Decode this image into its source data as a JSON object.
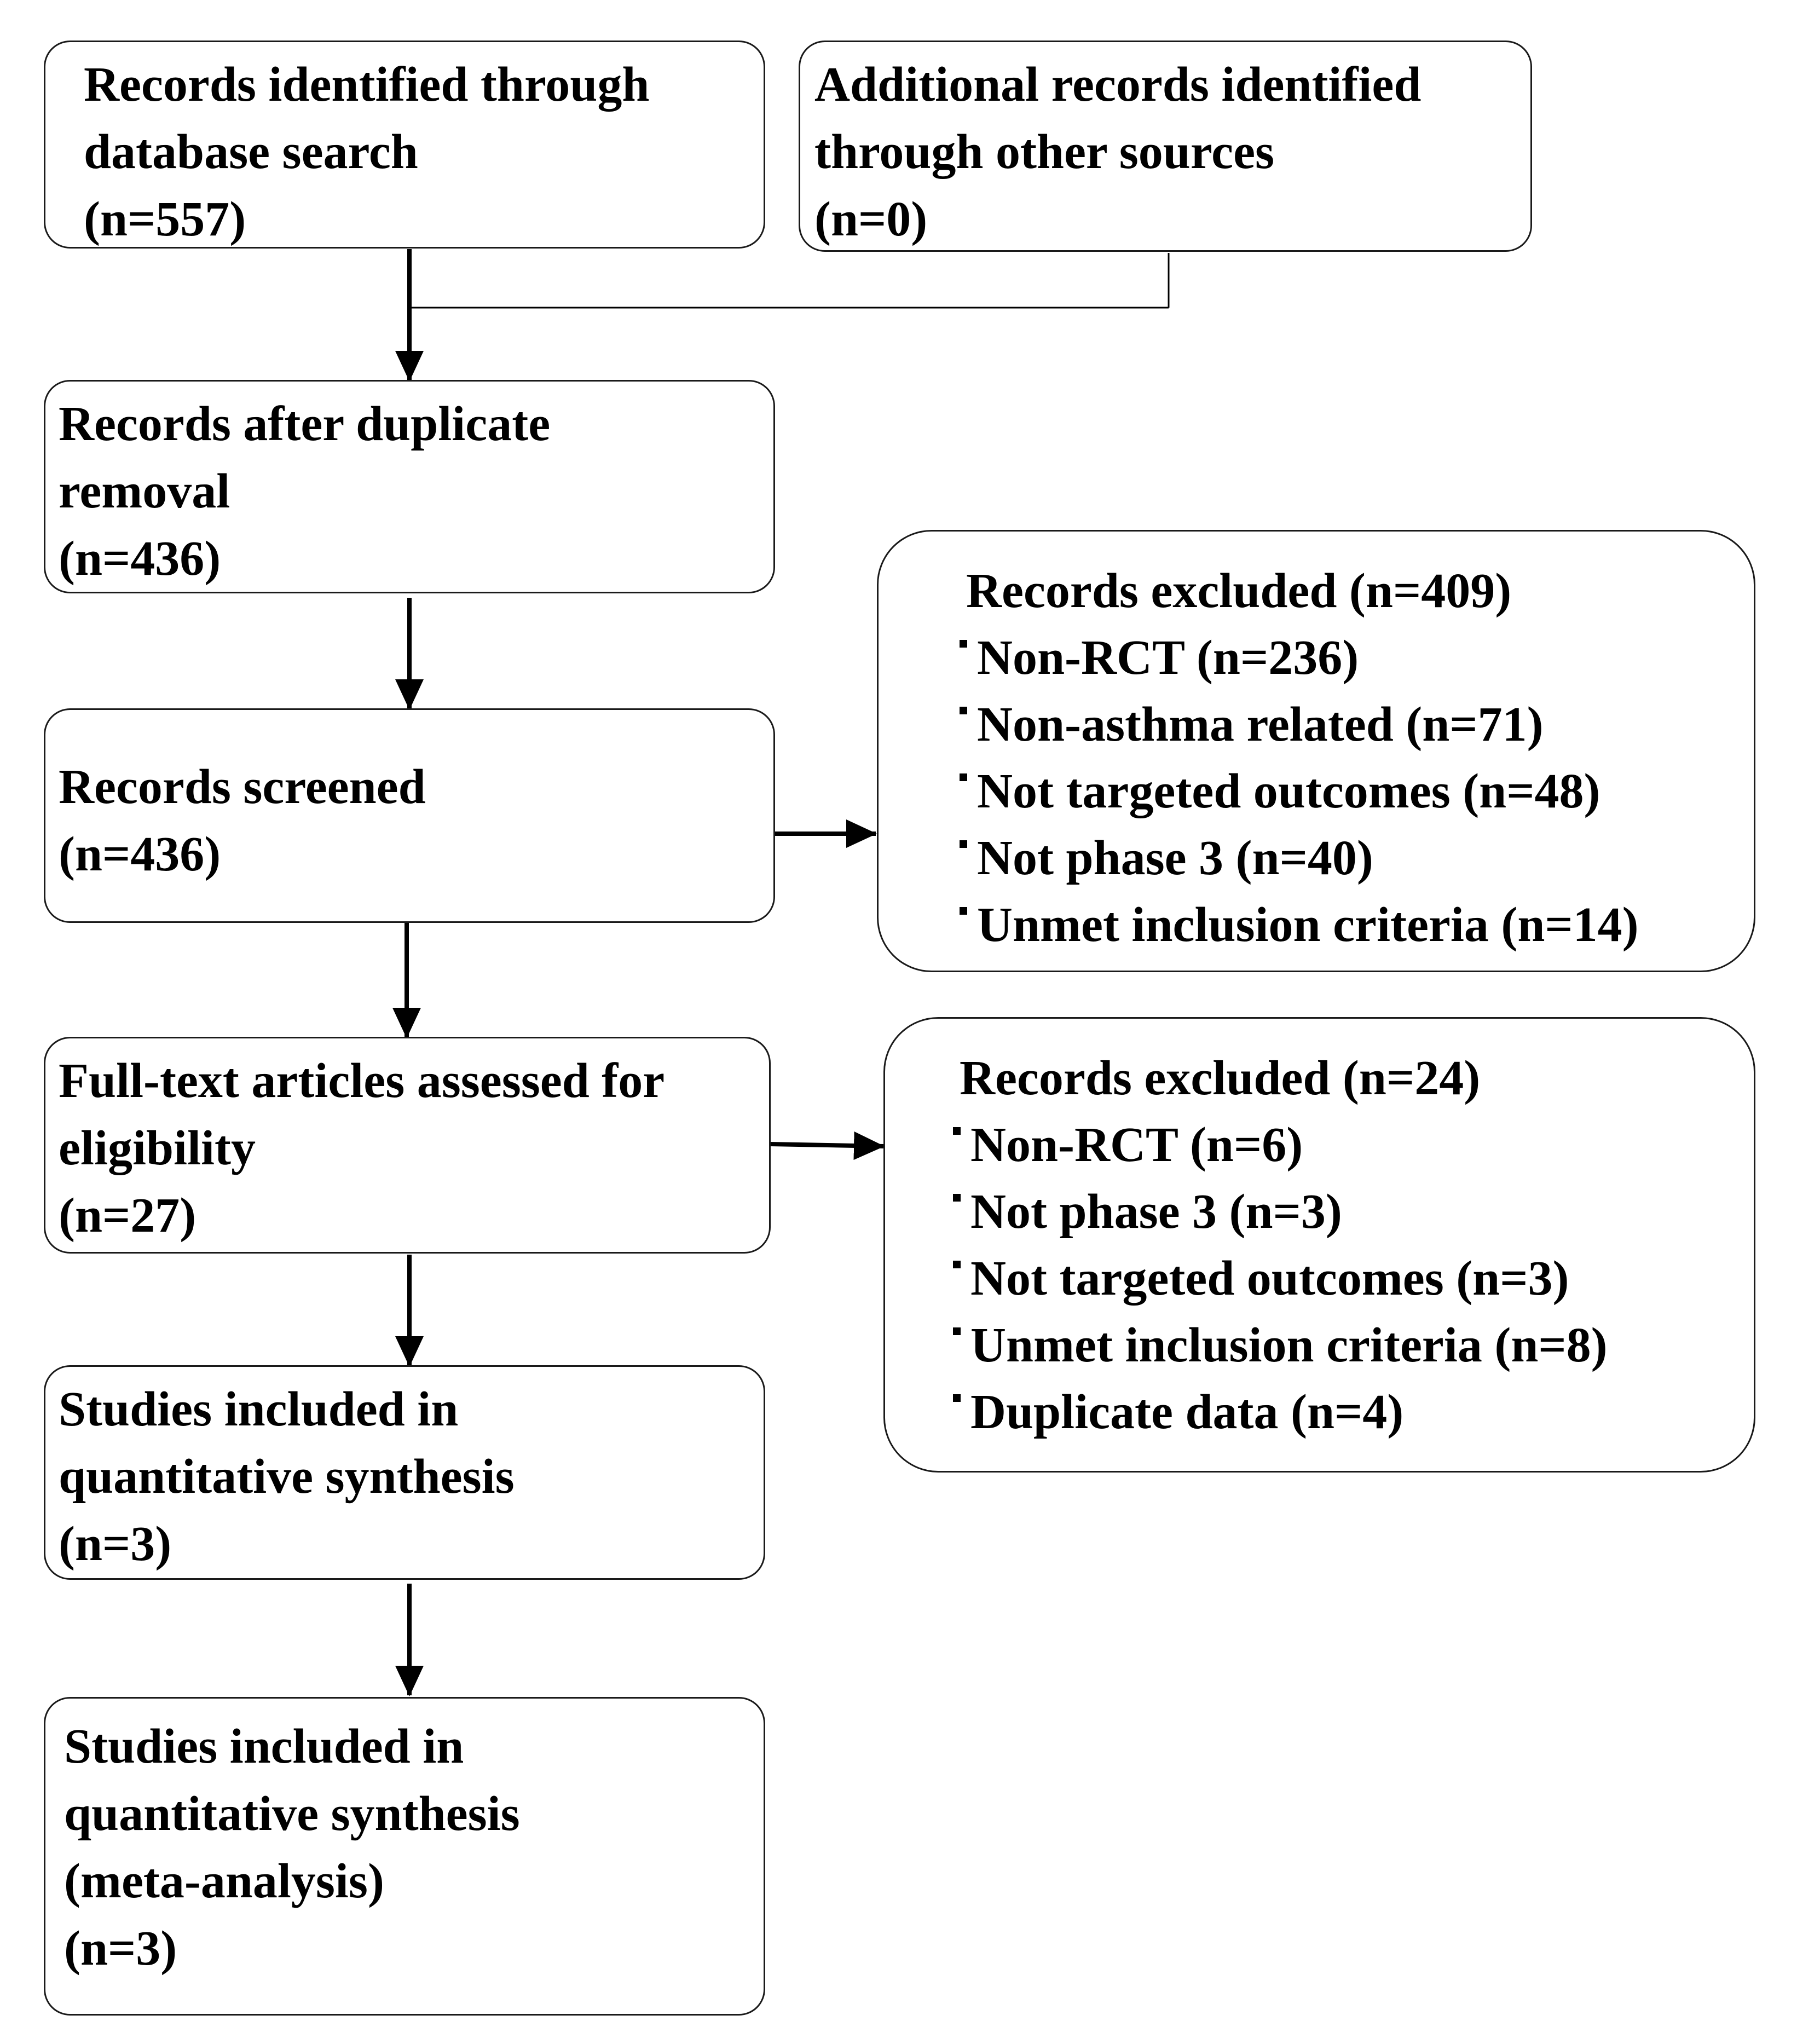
{
  "identification": {
    "database": {
      "line1": "Records identified through",
      "line2": "database search",
      "count": "(n=557)"
    },
    "other": {
      "line1": "Additional records identified",
      "line2": "through other sources",
      "count": "(n=0)"
    }
  },
  "dedup": {
    "line1": "Records after duplicate",
    "line2": "removal",
    "count": "(n=436)"
  },
  "screened": {
    "line1": "Records screened",
    "count": "(n=436)"
  },
  "excluded_screening": {
    "title": "Records excluded (n=409)",
    "items": [
      "Non-RCT (n=236)",
      "Non-asthma related (n=71)",
      "Not targeted outcomes (n=48)",
      "Not phase 3 (n=40)",
      "Unmet inclusion criteria (n=14)"
    ]
  },
  "fulltext": {
    "line1": "Full-text articles assessed for",
    "line2": "eligibility",
    "count": "(n=27)"
  },
  "excluded_fulltext": {
    "title": "Records excluded (n=24)",
    "items": [
      "Non-RCT (n=6)",
      "Not phase 3 (n=3)",
      "Not targeted outcomes (n=3)",
      "Unmet inclusion criteria (n=8)",
      "Duplicate data (n=4)"
    ]
  },
  "included_quant": {
    "line1": "Studies included in",
    "line2": "quantitative synthesis",
    "count": "(n=3)"
  },
  "included_meta": {
    "line1": "Studies included in",
    "line2": "quantitative synthesis",
    "line3": "(meta-analysis)",
    "count": "(n=3)"
  }
}
